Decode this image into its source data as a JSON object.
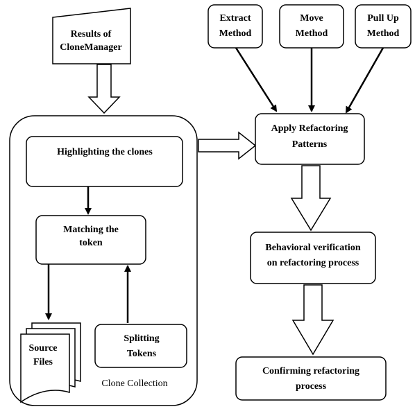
{
  "colors": {
    "stroke": "#000000",
    "fill": "#ffffff",
    "text": "#000000"
  },
  "nodes": {
    "results": {
      "line1": "Results of",
      "line2": "CloneManager"
    },
    "container": {
      "caption": "Clone Collection"
    },
    "highlighting": {
      "label": "Highlighting the clones"
    },
    "matching": {
      "line1": "Matching the",
      "line2": "token"
    },
    "source": {
      "line1": "Source",
      "line2": "Files"
    },
    "splitting": {
      "line1": "Splitting",
      "line2": "Tokens"
    },
    "extract": {
      "line1": "Extract",
      "line2": "Method"
    },
    "move": {
      "line1": "Move",
      "line2": "Method"
    },
    "pullup": {
      "line1": "Pull Up",
      "line2": "Method"
    },
    "apply": {
      "line1": "Apply Refactoring",
      "line2": "Patterns"
    },
    "behavioral": {
      "line1": "Behavioral verification",
      "line2": "on refactoring process"
    },
    "confirming": {
      "line1": "Confirming refactoring",
      "line2": "process"
    }
  },
  "icons": [
    "document-stack-icon",
    "hollow-arrow-icon",
    "arrowhead-icon"
  ]
}
